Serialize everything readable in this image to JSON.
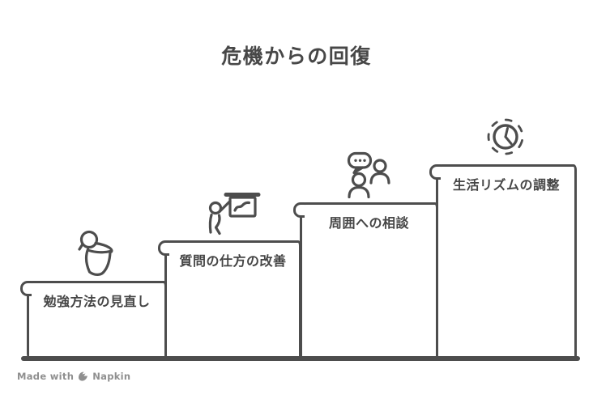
{
  "title": "危機からの回復",
  "colors": {
    "stroke": "#4d4d4d",
    "text": "#454545",
    "title_text": "#474747",
    "box_fill": "#ffffff",
    "background": "#ffffff",
    "watermark": "#8f8f8f"
  },
  "steps": [
    {
      "label": "勉強方法の見直し",
      "icon": "person-reviewing-icon"
    },
    {
      "label": "質問の仕方の改善",
      "icon": "presenter-board-icon"
    },
    {
      "label": "周囲への相談",
      "icon": "people-consultation-icon"
    },
    {
      "label": "生活リズムの調整",
      "icon": "alarm-clock-icon"
    }
  ],
  "watermark": {
    "prefix": "Made with",
    "brand": "Napkin"
  }
}
